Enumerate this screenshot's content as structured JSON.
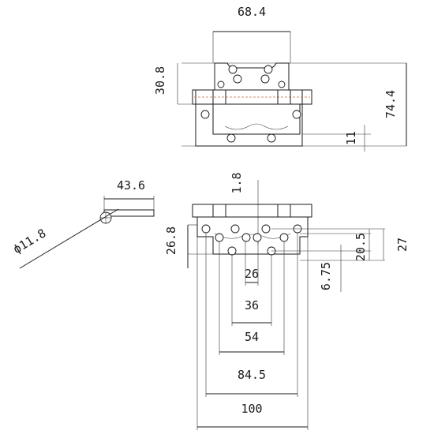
{
  "drawing": {
    "colors": {
      "line": "#1a1a1a",
      "pin": "#c96b4a",
      "background": "#ffffff"
    },
    "top_view": {
      "width": "68.4",
      "leaf_height": "30.8",
      "total_height": "74.4",
      "offset": "11"
    },
    "pin_detail": {
      "length": "43.6",
      "diameter": "ϕ11.8"
    },
    "front_view": {
      "gap": "1.8",
      "hole_row_height": "26.8",
      "height_a": "20.5",
      "height_b": "27",
      "offset": "6.75",
      "spacing": [
        "26",
        "36",
        "54",
        "84.5",
        "100"
      ]
    }
  }
}
